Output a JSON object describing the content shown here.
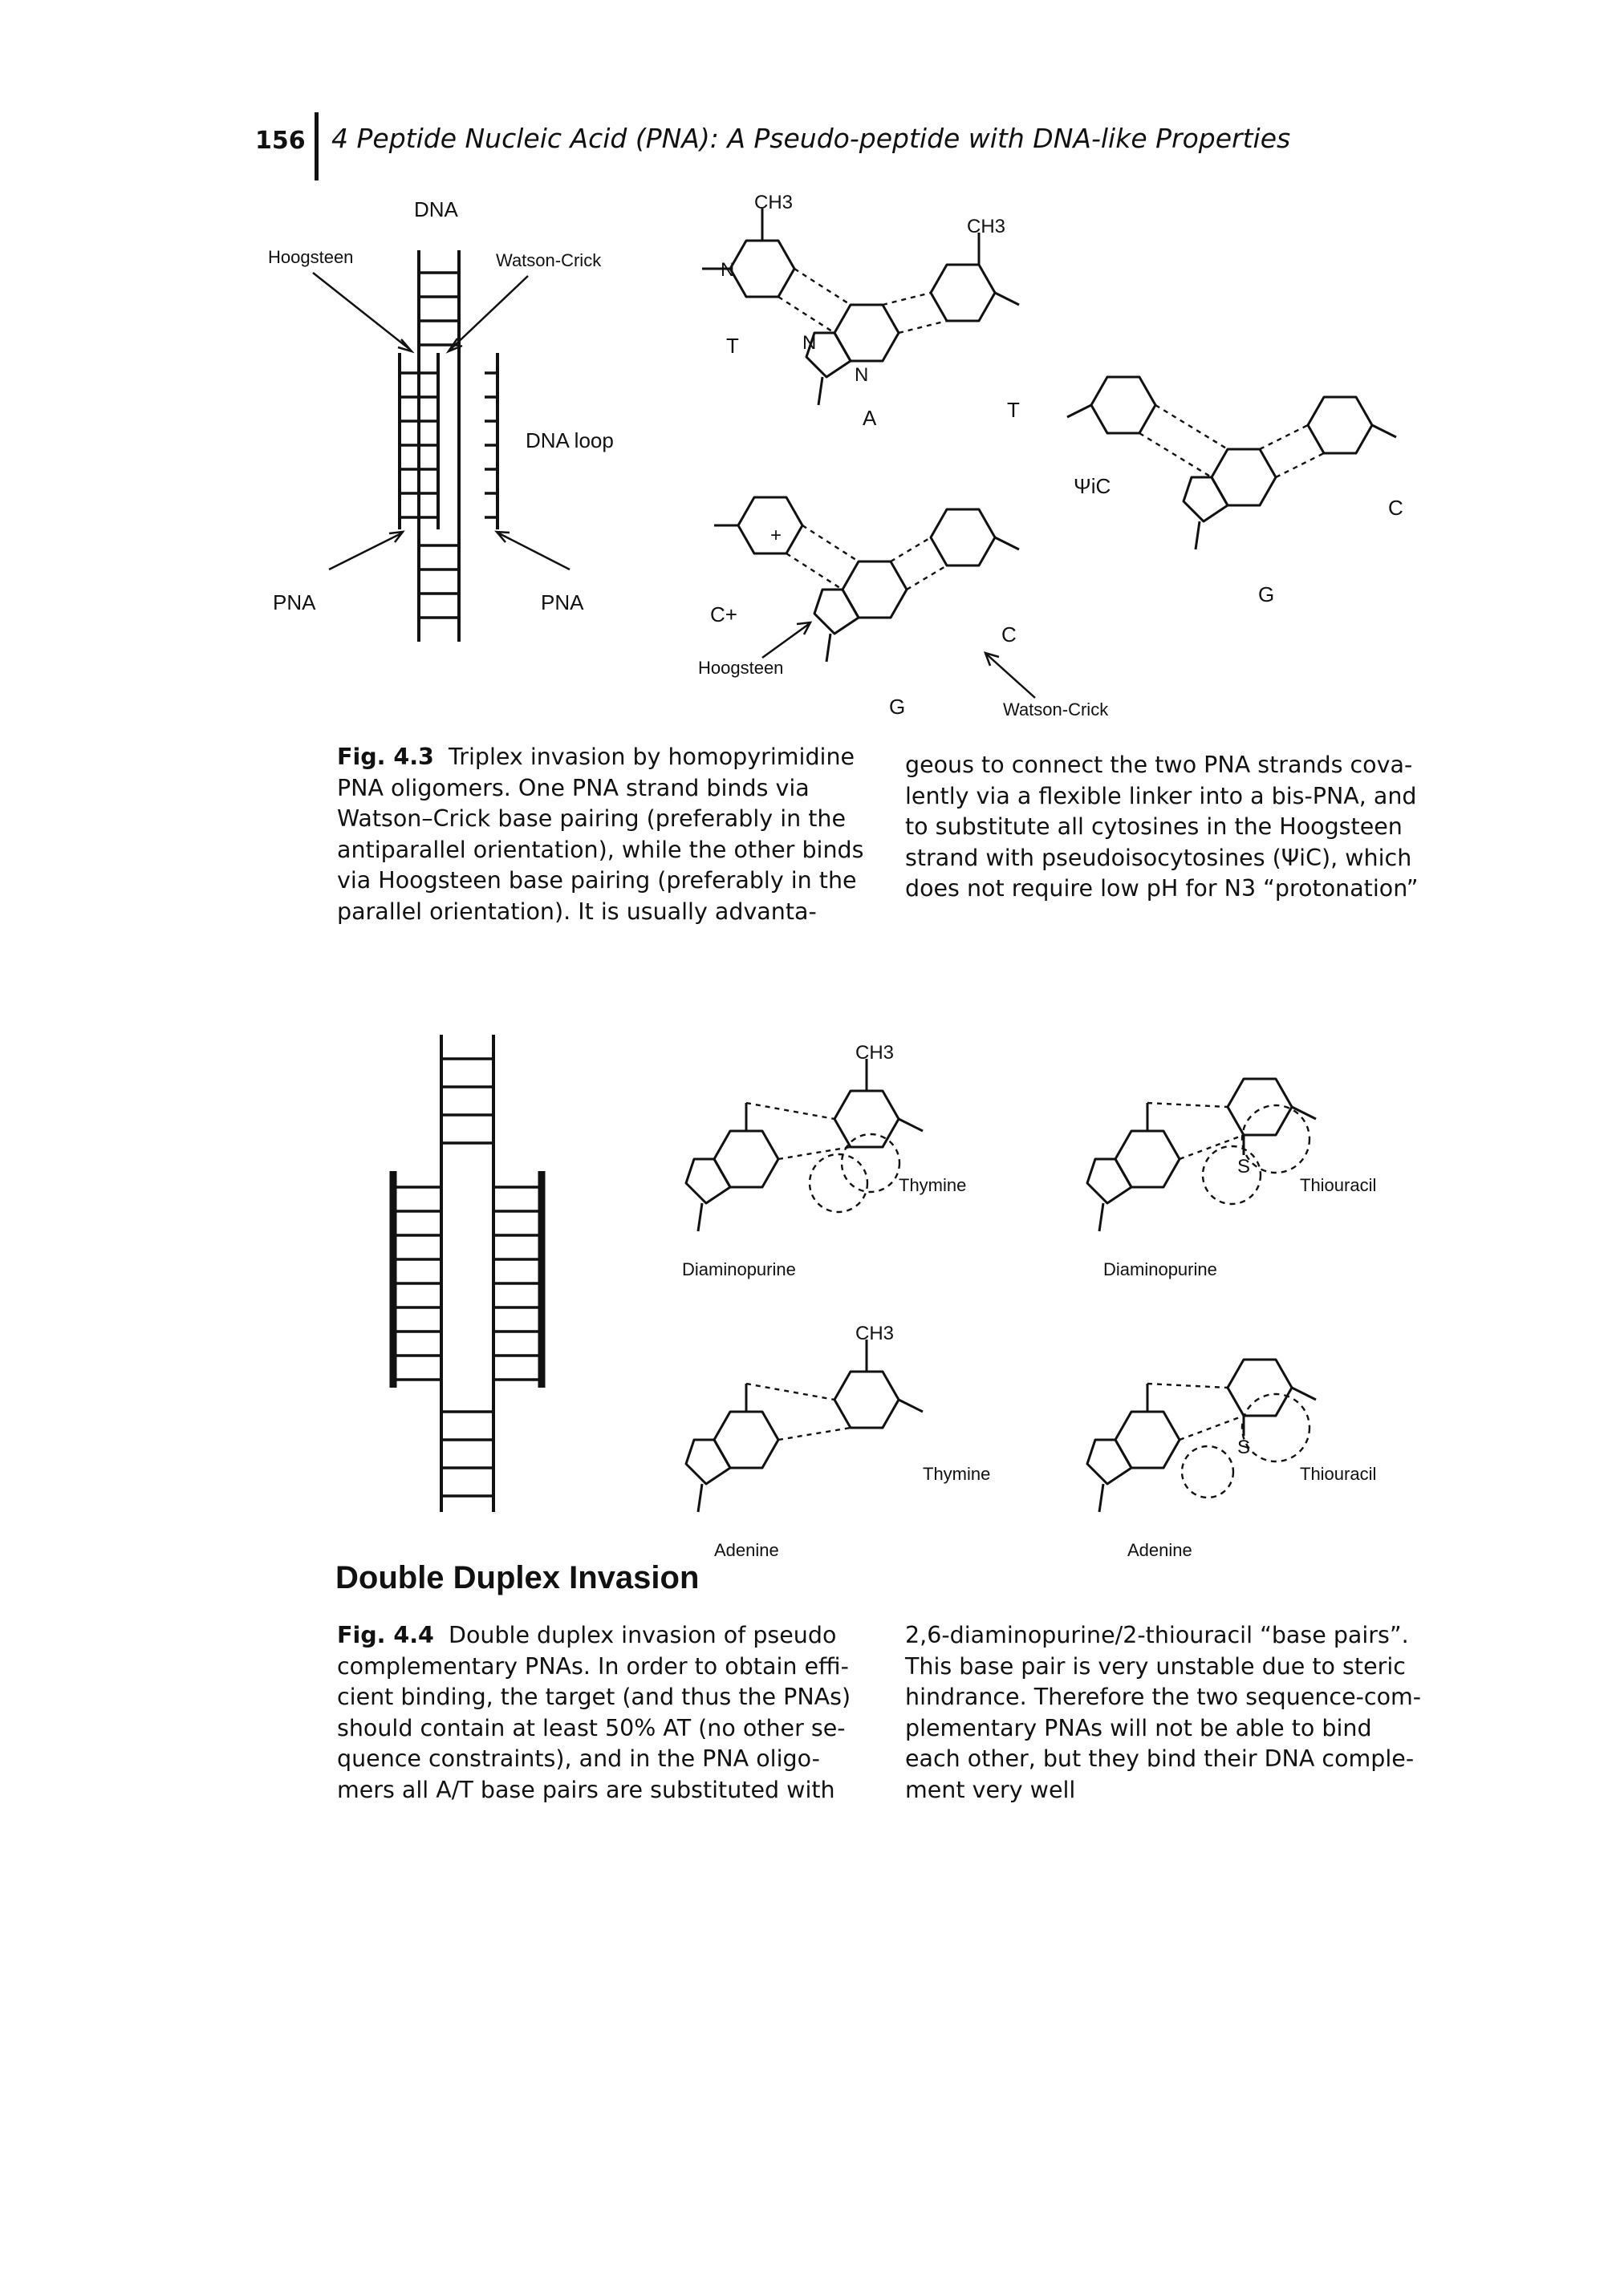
{
  "header": {
    "page_number": "156",
    "chapter_title": "4 Peptide Nucleic Acid (PNA): A Pseudo-peptide with DNA-like Properties"
  },
  "fig43": {
    "schematic": {
      "dna": "DNA",
      "hoogsteen": "Hoogsteen",
      "watson_crick": "Watson-Crick",
      "dna_loop": "DNA loop",
      "pna_left": "PNA",
      "pna_right": "PNA"
    },
    "chem": {
      "ch3": "CH3",
      "t_left": "T",
      "a": "A",
      "t_right": "T",
      "psi_c": "ΨiC",
      "c_right": "C",
      "g_right": "G",
      "c_plus": "C+",
      "c_mid": "C",
      "g_mid": "G",
      "hoogsteen_arrow": "Hoogsteen",
      "watson_crick_arrow": "Watson-Crick"
    },
    "caption": {
      "label": "Fig. 4.3",
      "left_lines": [
        "Triplex invasion by homopyrimidine",
        "PNA oligomers. One PNA strand binds via",
        "Watson–Crick base pairing (preferably in the",
        "antiparallel orientation), while the other binds",
        "via Hoogsteen base pairing (preferably in the",
        "parallel orientation). It is usually advanta-"
      ],
      "right_lines": [
        "geous to connect the two PNA strands cova-",
        "lently via a flexible linker into a bis-PNA, and",
        "to substitute all cytosines in the Hoogsteen",
        "strand with pseudoisocytosines (ΨiC), which",
        "does not require low pH for N3 “protonation”"
      ]
    }
  },
  "fig44": {
    "chem": {
      "thymine": "Thymine",
      "thiouracil": "Thiouracil",
      "diaminopurine": "Diaminopurine",
      "adenine": "Adenine"
    },
    "heading": "Double Duplex Invasion",
    "caption": {
      "label": "Fig. 4.4",
      "left_lines": [
        "Double duplex invasion of pseudo",
        "complementary PNAs. In order to obtain effi-",
        "cient binding, the target (and thus the PNAs)",
        "should contain at least 50% AT (no other se-",
        "quence constraints), and in the PNA oligo-",
        "mers all A/T base pairs are substituted with"
      ],
      "right_lines": [
        "2,6-diaminopurine/2-thiouracil “base pairs”.",
        "This base pair is very unstable due to steric",
        "hindrance. Therefore the two sequence-com-",
        "plementary PNAs will not be able to bind",
        "each other, but they bind their DNA comple-",
        "ment very well"
      ]
    }
  }
}
